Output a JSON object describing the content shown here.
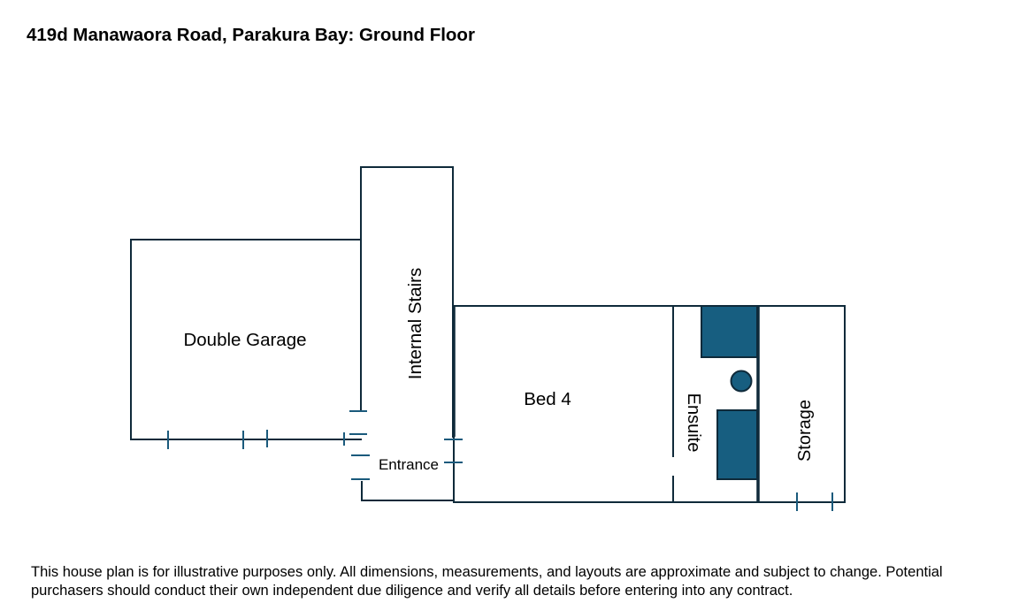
{
  "title": "419d Manawaora Road, Parakura Bay: Ground Floor",
  "rooms": {
    "double_garage": "Double Garage",
    "internal_stairs": "Internal Stairs",
    "entrance": "Entrance",
    "bed_4": "Bed 4",
    "ensuite": "Ensuite",
    "storage": "Storage"
  },
  "colors": {
    "wall": "#0f2a3a",
    "fixture": "#175e80",
    "door_mark": "#1a5a7c"
  },
  "disclaimer": "This house plan is for illustrative purposes only. All dimensions, measurements, and layouts are approximate and subject to change. Potential purchasers should conduct their own independent due diligence and verify all details before entering into any contract."
}
